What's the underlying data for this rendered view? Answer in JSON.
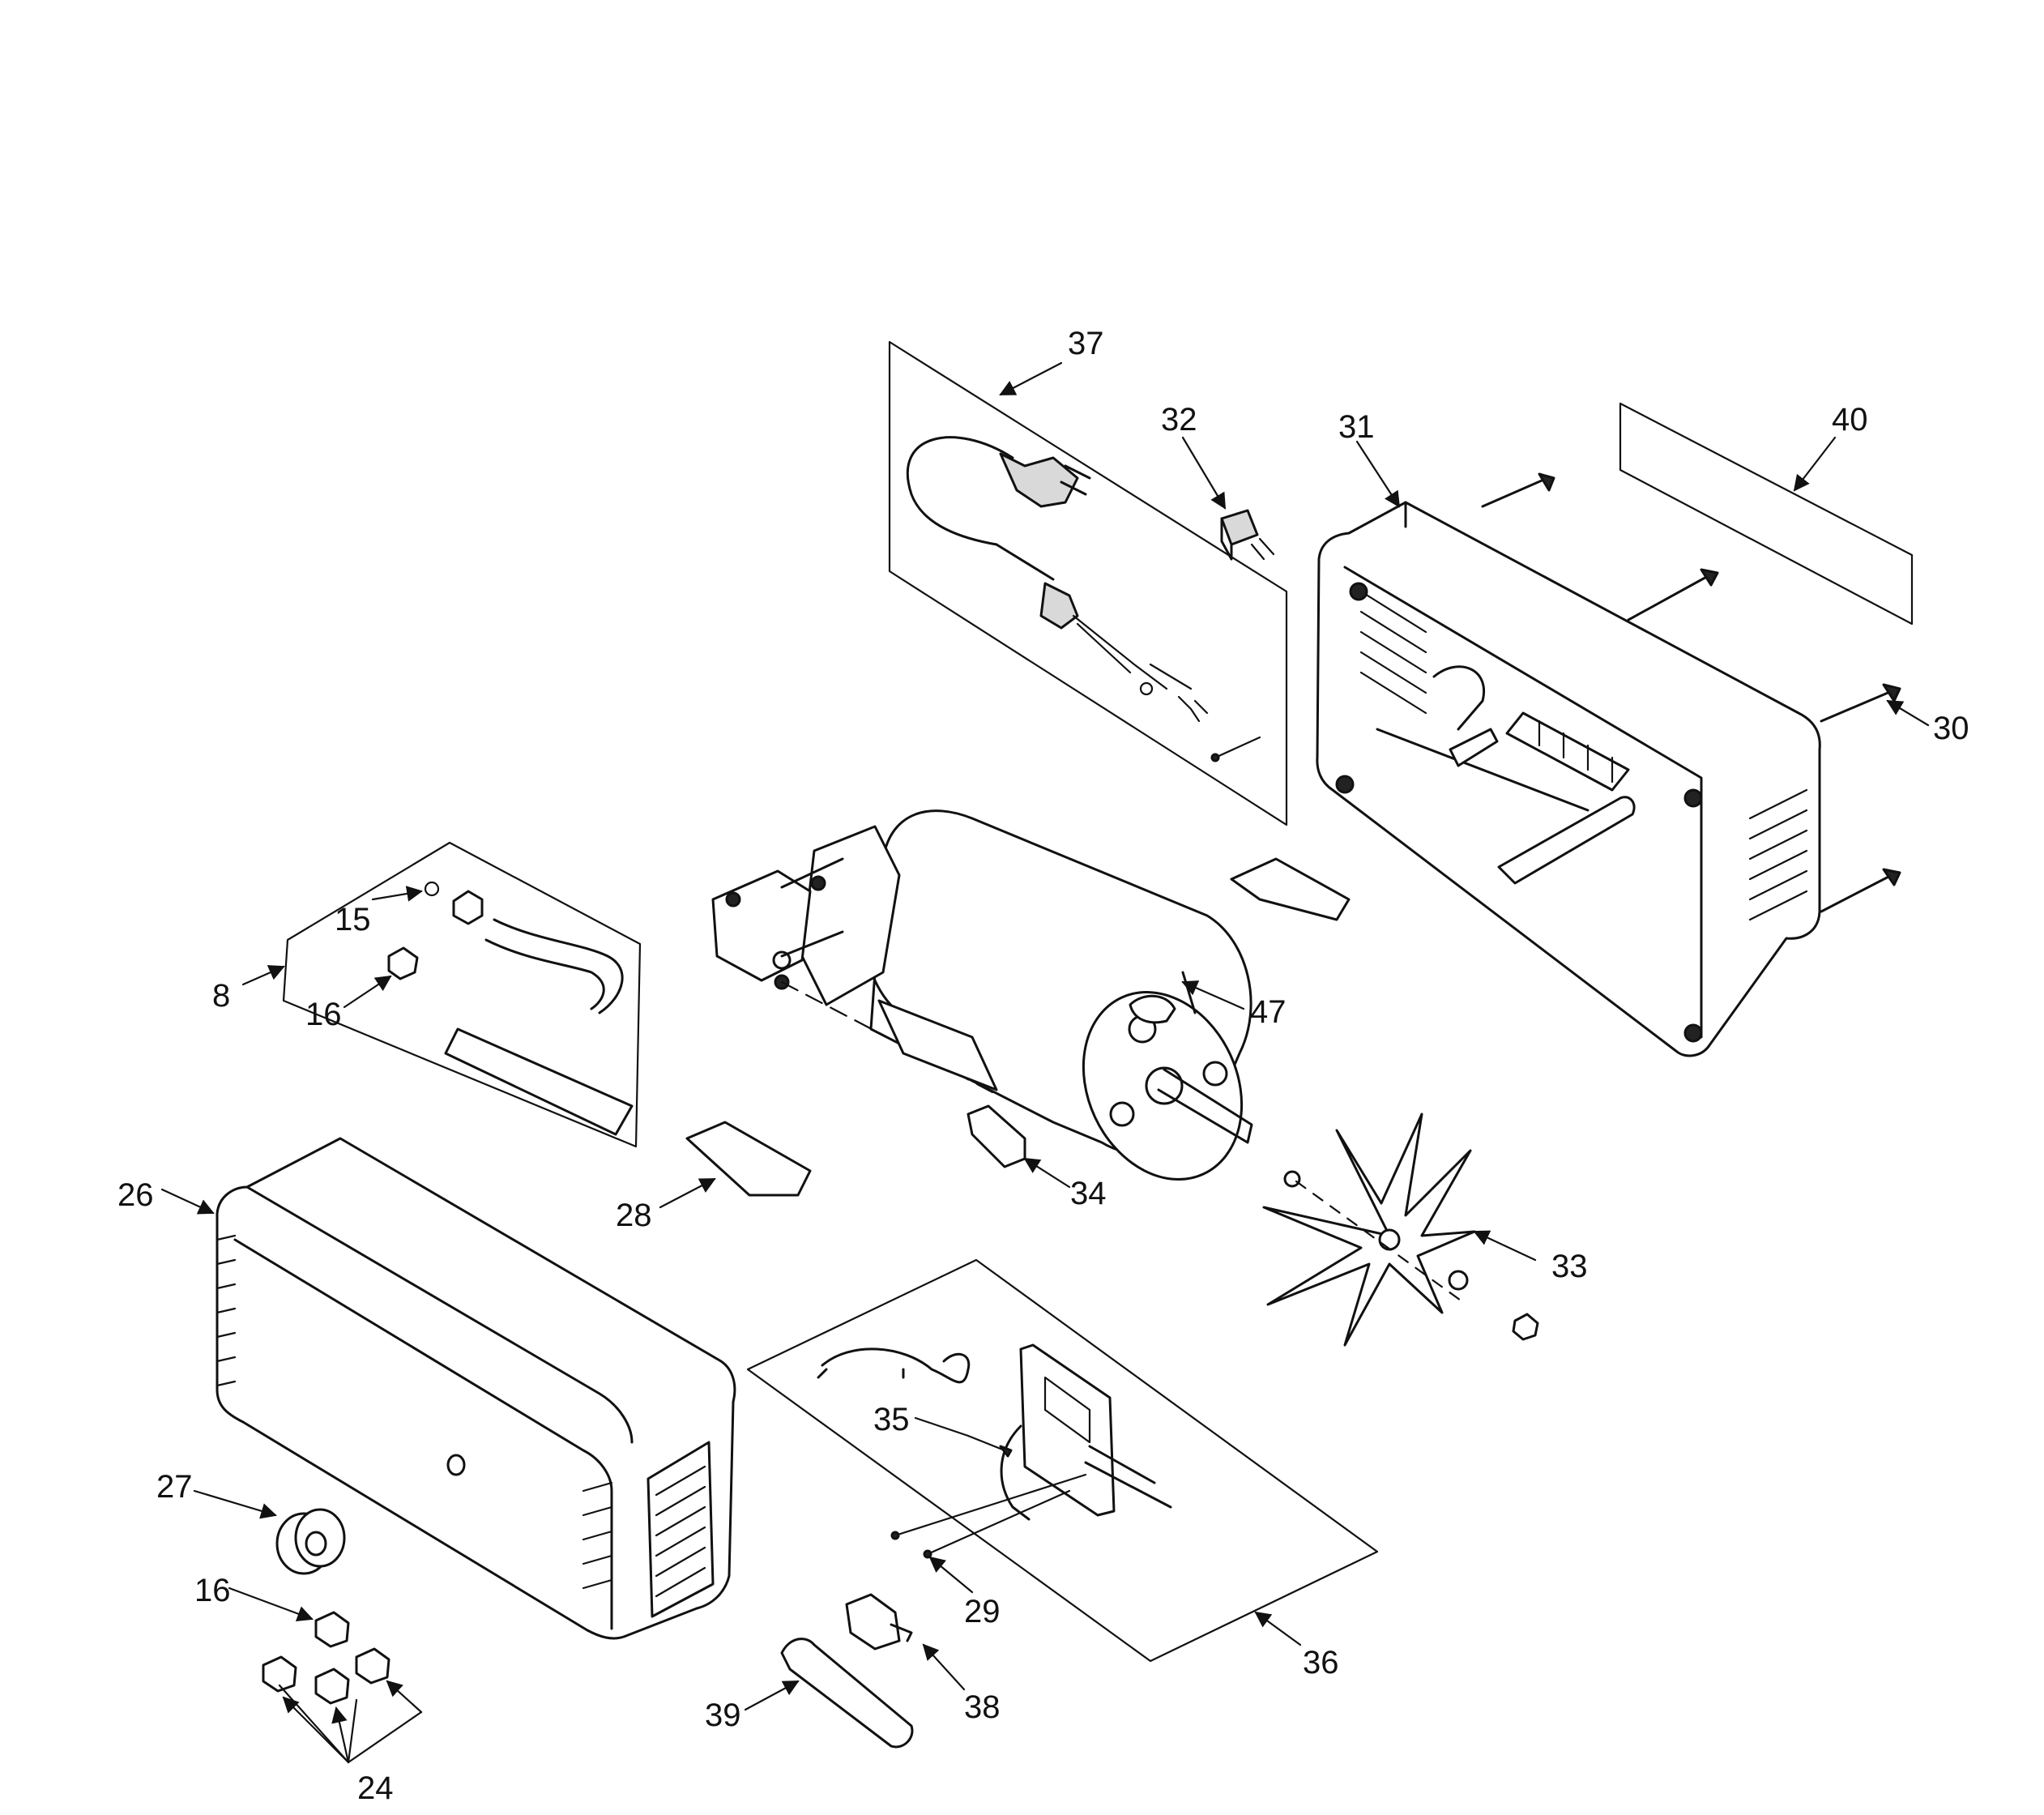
{
  "diagram": {
    "callouts": [
      {
        "id": "c8",
        "text": "8"
      },
      {
        "id": "c15",
        "text": "15"
      },
      {
        "id": "c16a",
        "text": "16"
      },
      {
        "id": "c16b",
        "text": "16"
      },
      {
        "id": "c24",
        "text": "24"
      },
      {
        "id": "c26",
        "text": "26"
      },
      {
        "id": "c27",
        "text": "27"
      },
      {
        "id": "c28",
        "text": "28"
      },
      {
        "id": "c29",
        "text": "29"
      },
      {
        "id": "c30",
        "text": "30"
      },
      {
        "id": "c31",
        "text": "31"
      },
      {
        "id": "c32",
        "text": "32"
      },
      {
        "id": "c33",
        "text": "33"
      },
      {
        "id": "c34",
        "text": "34"
      },
      {
        "id": "c35",
        "text": "35"
      },
      {
        "id": "c36",
        "text": "36"
      },
      {
        "id": "c37",
        "text": "37"
      },
      {
        "id": "c38",
        "text": "38"
      },
      {
        "id": "c39",
        "text": "39"
      },
      {
        "id": "c40",
        "text": "40"
      },
      {
        "id": "c47",
        "text": "47"
      }
    ]
  }
}
